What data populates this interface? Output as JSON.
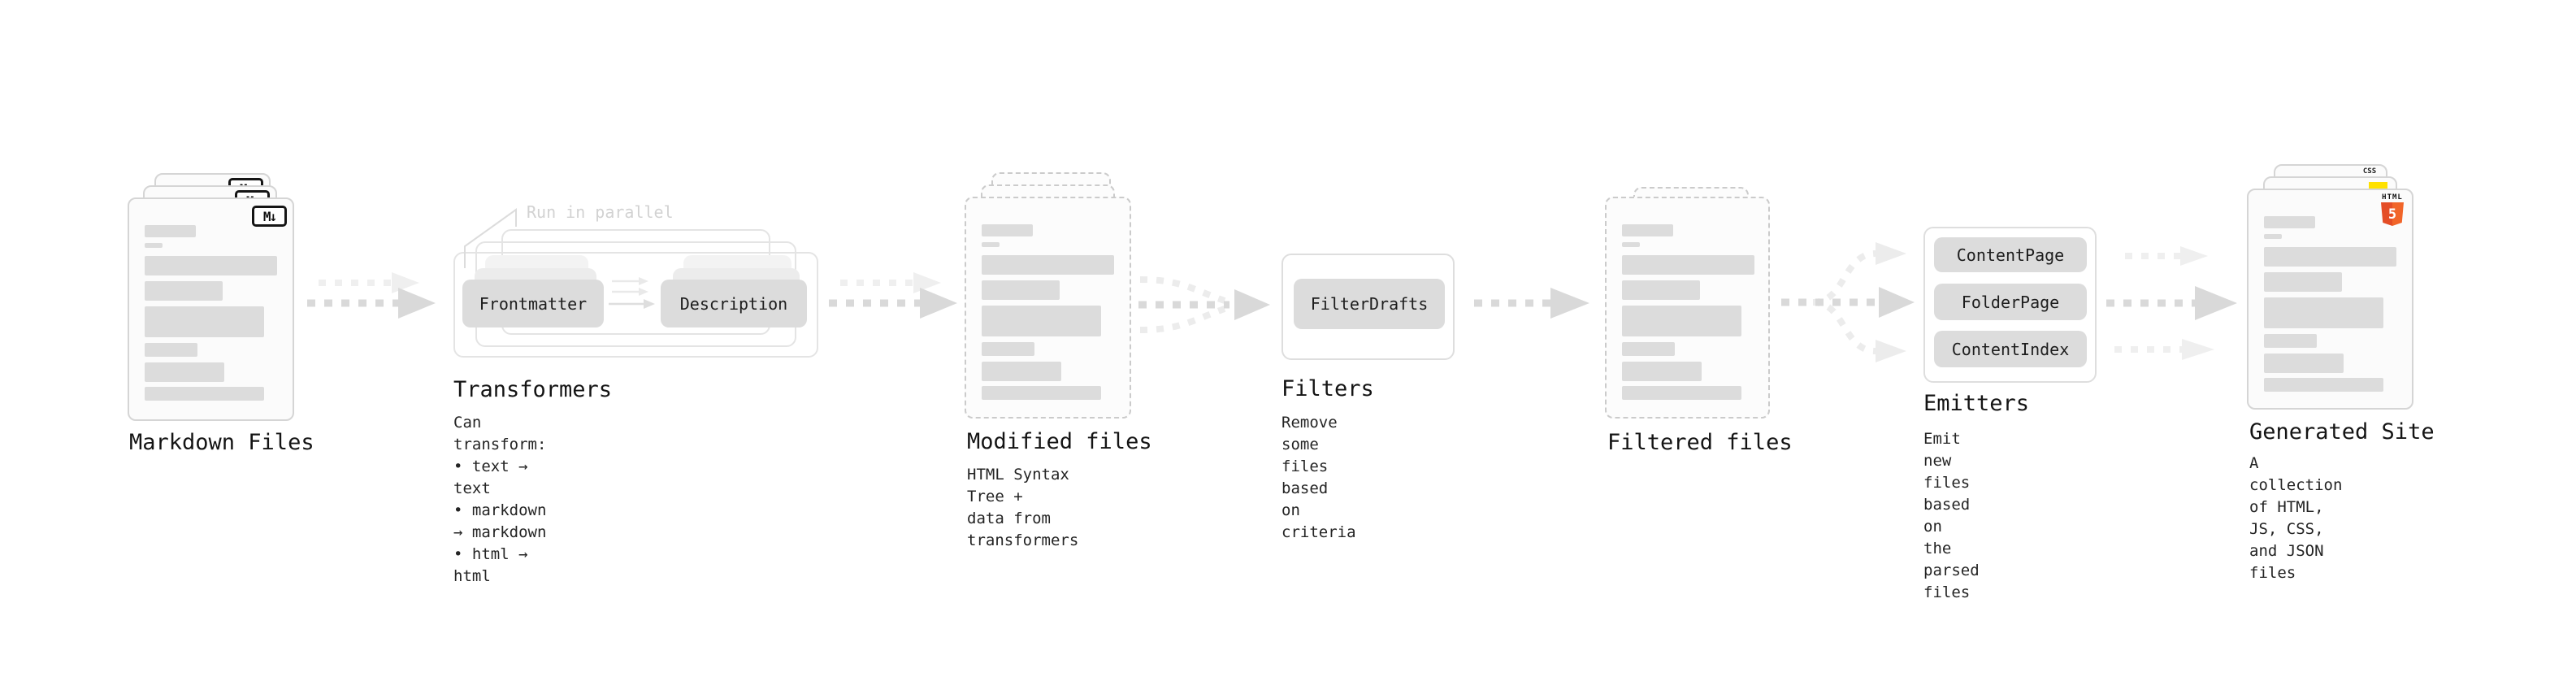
{
  "stages": {
    "markdown": {
      "label": "Markdown Files",
      "badge": "M↓"
    },
    "transformers": {
      "heading": "Transformers",
      "annotation": "Run in parallel",
      "pills": [
        "Frontmatter",
        "Description"
      ],
      "desc": "Can transform:\n • text → text\n • markdown → markdown\n • html → html"
    },
    "modified": {
      "label": "Modified files",
      "desc": "HTML Syntax Tree +\ndata from transformers"
    },
    "filters": {
      "heading": "Filters",
      "pills": [
        "FilterDrafts"
      ],
      "desc": "Remove some files based\non criteria"
    },
    "filtered": {
      "label": "Filtered files"
    },
    "emitters": {
      "heading": "Emitters",
      "pills": [
        "ContentPage",
        "FolderPage",
        "ContentIndex"
      ],
      "desc": "Emit new files based on\nthe parsed files"
    },
    "generated": {
      "label": "Generated Site",
      "desc": "A collection of HTML,\nJS, CSS, and JSON files",
      "badge_html_word": "HTML",
      "badge_html_number": "5",
      "badge_css": "CSS"
    }
  },
  "colors": {
    "html5_orange": "#e44d26",
    "js_yellow": "#ffe100",
    "css_blue": "#2d6ae3",
    "arrow_gray": "#d9d9d9",
    "arrow_light_gray": "#efefef",
    "card_border_gray": "#d5d5d5",
    "bar_gray": "#dcdcdc",
    "annotation_gray": "#d2d2d2"
  }
}
